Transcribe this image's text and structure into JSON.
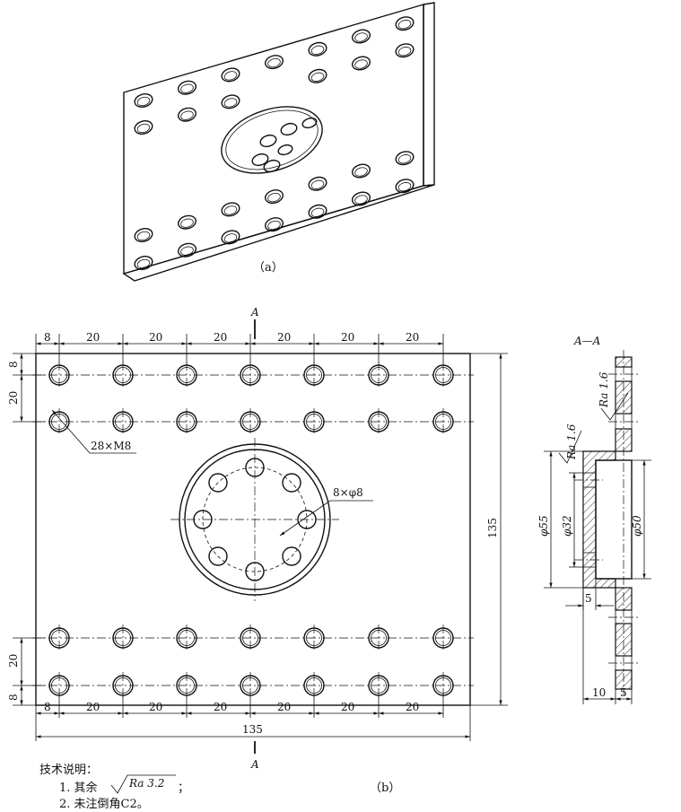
{
  "fig_a_label": "（a）",
  "fig_b_label": "（b）",
  "section_mark": "A",
  "section_title": "A—A",
  "dimensions": {
    "top": [
      "8",
      "20",
      "20",
      "20",
      "20",
      "20",
      "20"
    ],
    "bottom": [
      "8",
      "20",
      "20",
      "20",
      "20",
      "20",
      "20"
    ],
    "left_top": [
      "8",
      "20"
    ],
    "left_bottom": [
      "20",
      "8"
    ],
    "total_width": "135",
    "total_height": "135",
    "holes_m8": "28×M8",
    "holes_phi8": "8×φ8",
    "phi55": "φ55",
    "phi32": "φ32",
    "phi50": "φ50",
    "d5_mid": "5",
    "d10": "10",
    "d5_bottom": "5"
  },
  "roughness": {
    "r1": "Ra 1.6",
    "r2": "Ra 1.6",
    "other": "Ra 3.2"
  },
  "notes": {
    "heading": "技术说明：",
    "line1_prefix": "1. 其余",
    "line1_suffix": "；",
    "line2": "2. 未注倒角C2。"
  }
}
